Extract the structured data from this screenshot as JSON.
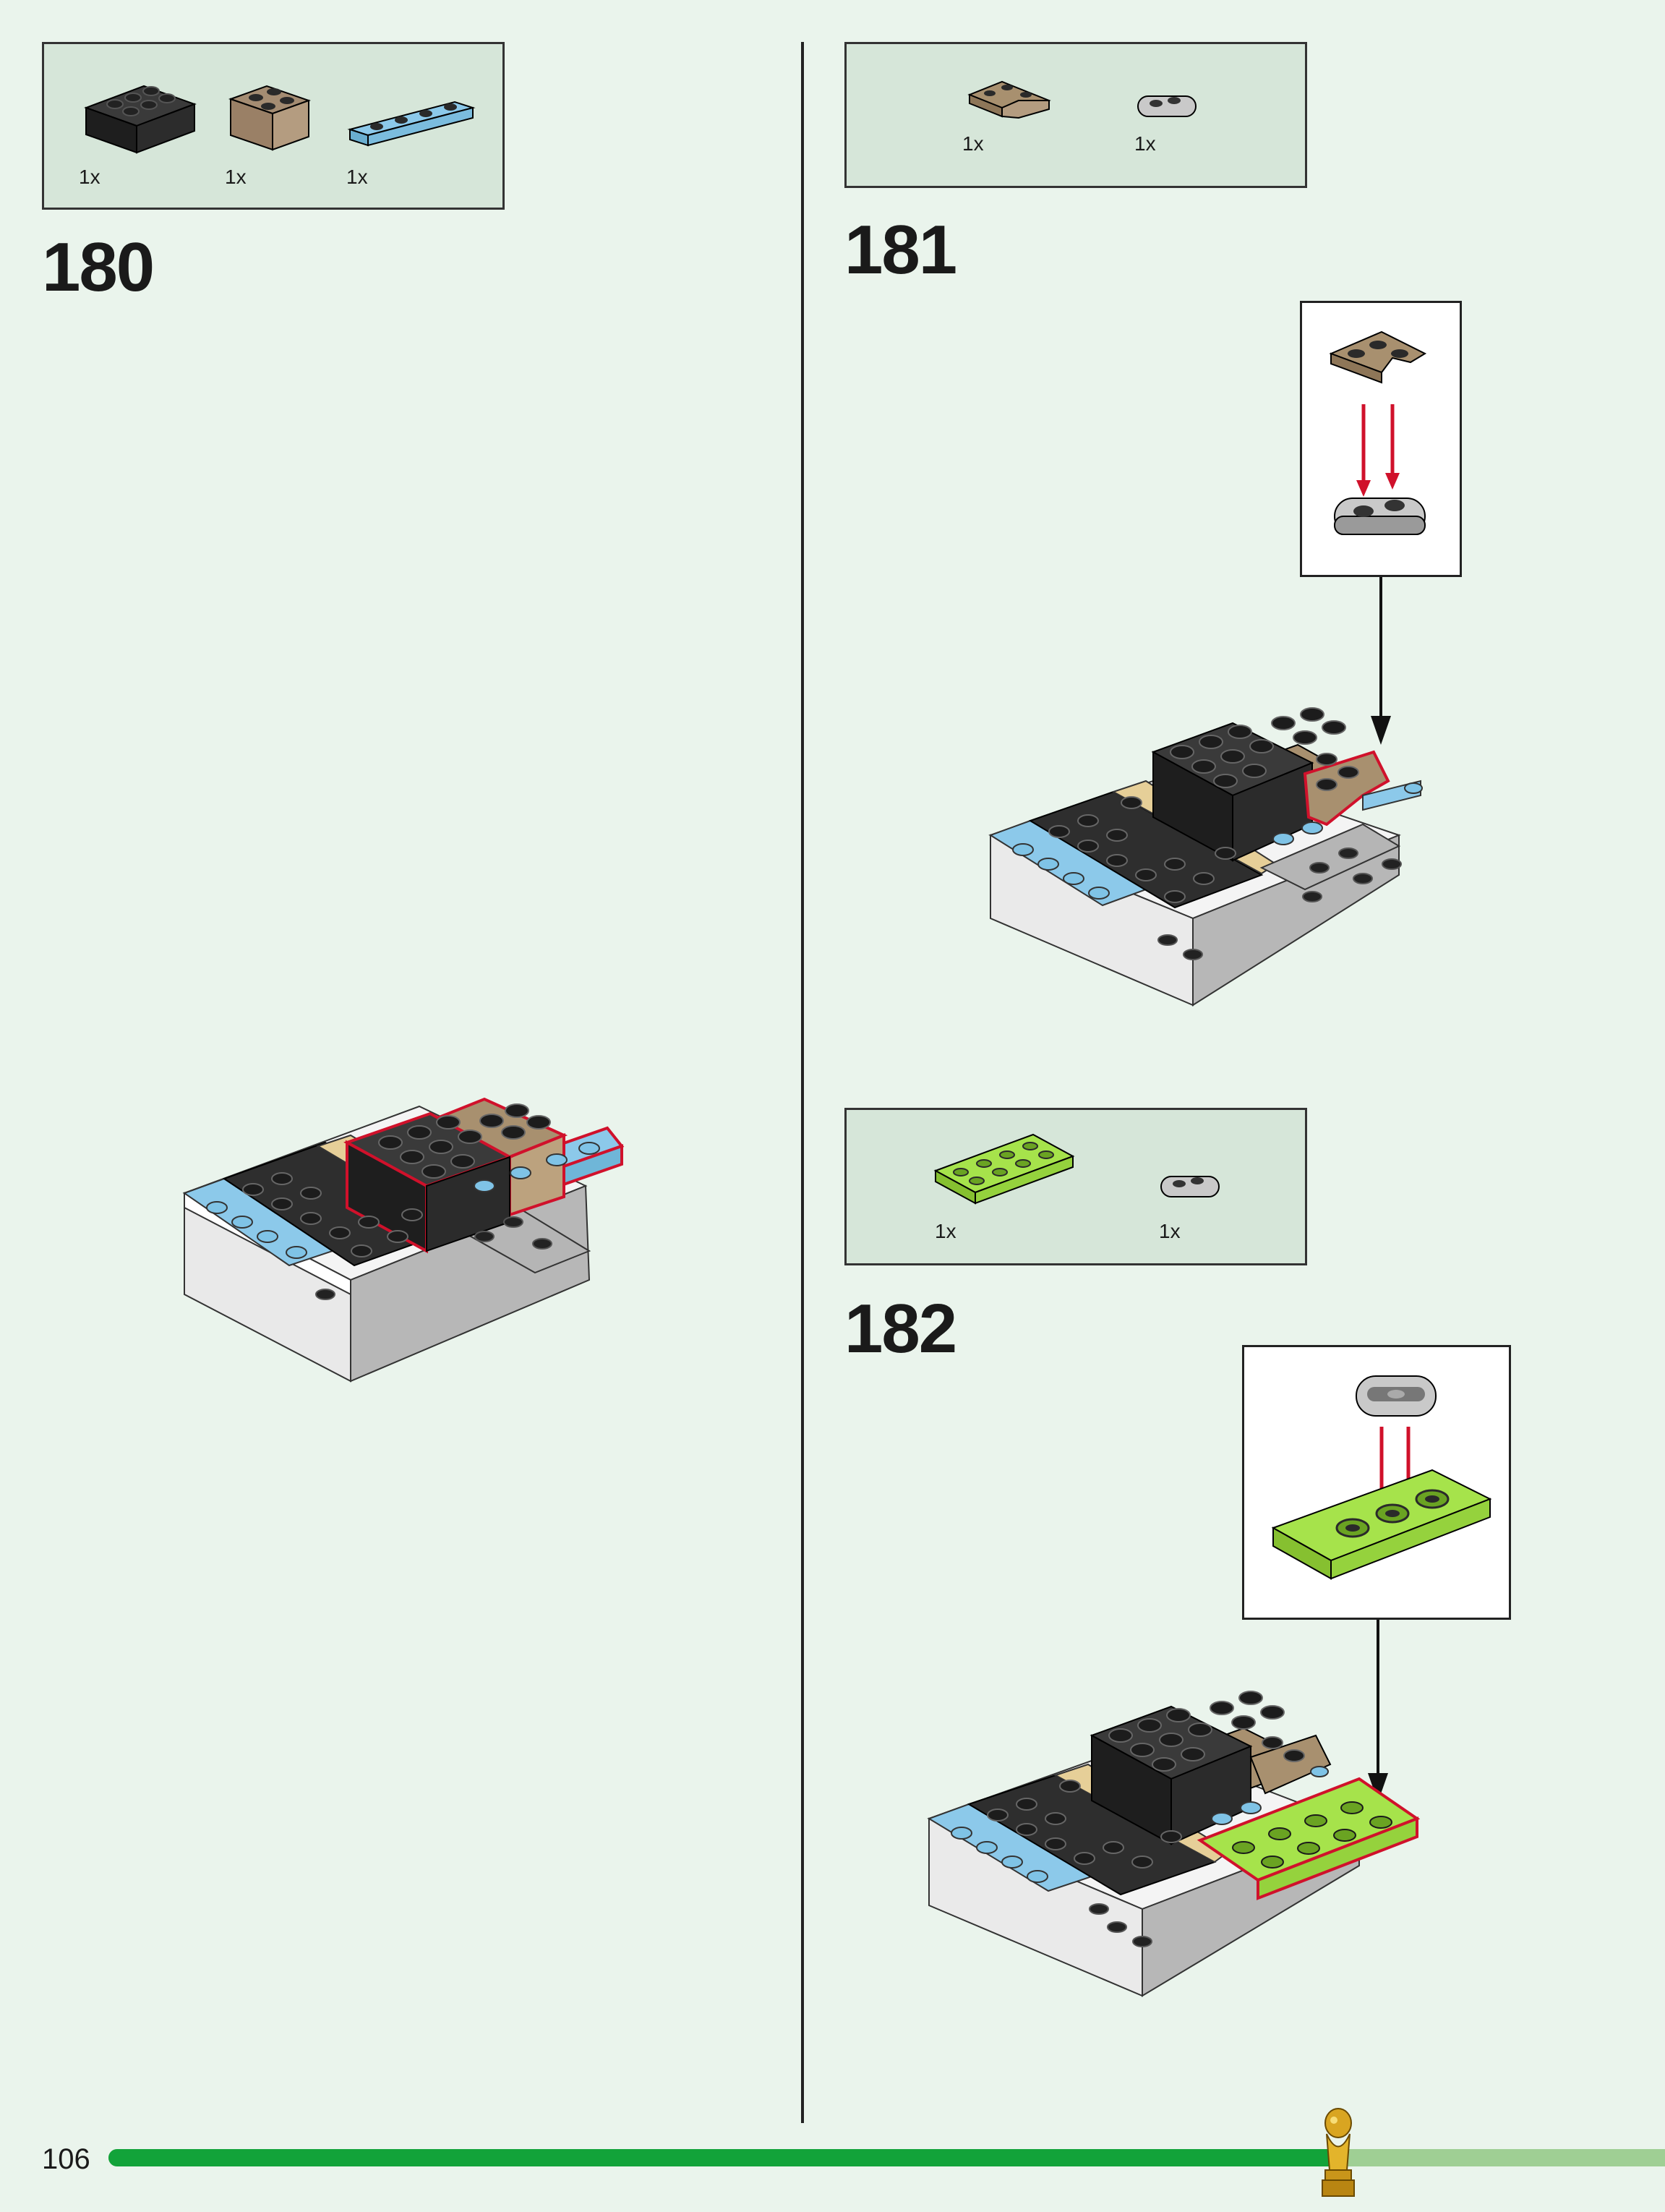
{
  "page": {
    "number": "106"
  },
  "steps": [
    {
      "number": "180",
      "parts": [
        {
          "name": "black-brick-2x3",
          "qty": "1x"
        },
        {
          "name": "tan-brick-2x2",
          "qty": "1x"
        },
        {
          "name": "light-blue-plate-1x4",
          "qty": "1x"
        }
      ]
    },
    {
      "number": "181",
      "parts": [
        {
          "name": "tan-corner-plate",
          "qty": "1x"
        },
        {
          "name": "grey-jumper-plate-1x2",
          "qty": "1x"
        }
      ]
    },
    {
      "number": "182",
      "parts": [
        {
          "name": "lime-plate-2x4",
          "qty": "1x"
        },
        {
          "name": "grey-jumper-plate-1x2",
          "qty": "1x"
        }
      ]
    }
  ],
  "colors": {
    "background": "#eaf4ec",
    "parts_box": "#d6e6d9",
    "highlight": "#d0112b",
    "progress_done": "#12a33a",
    "progress_remaining": "#9fcf94",
    "black_brick": "#2a2a2a",
    "tan": "#a08a70",
    "light_blue": "#7fc3e6",
    "lime": "#a6e34b",
    "beige": "#e6cf98",
    "grey": "#b8b8b8"
  },
  "progress": {
    "fraction_complete": 0.79
  }
}
